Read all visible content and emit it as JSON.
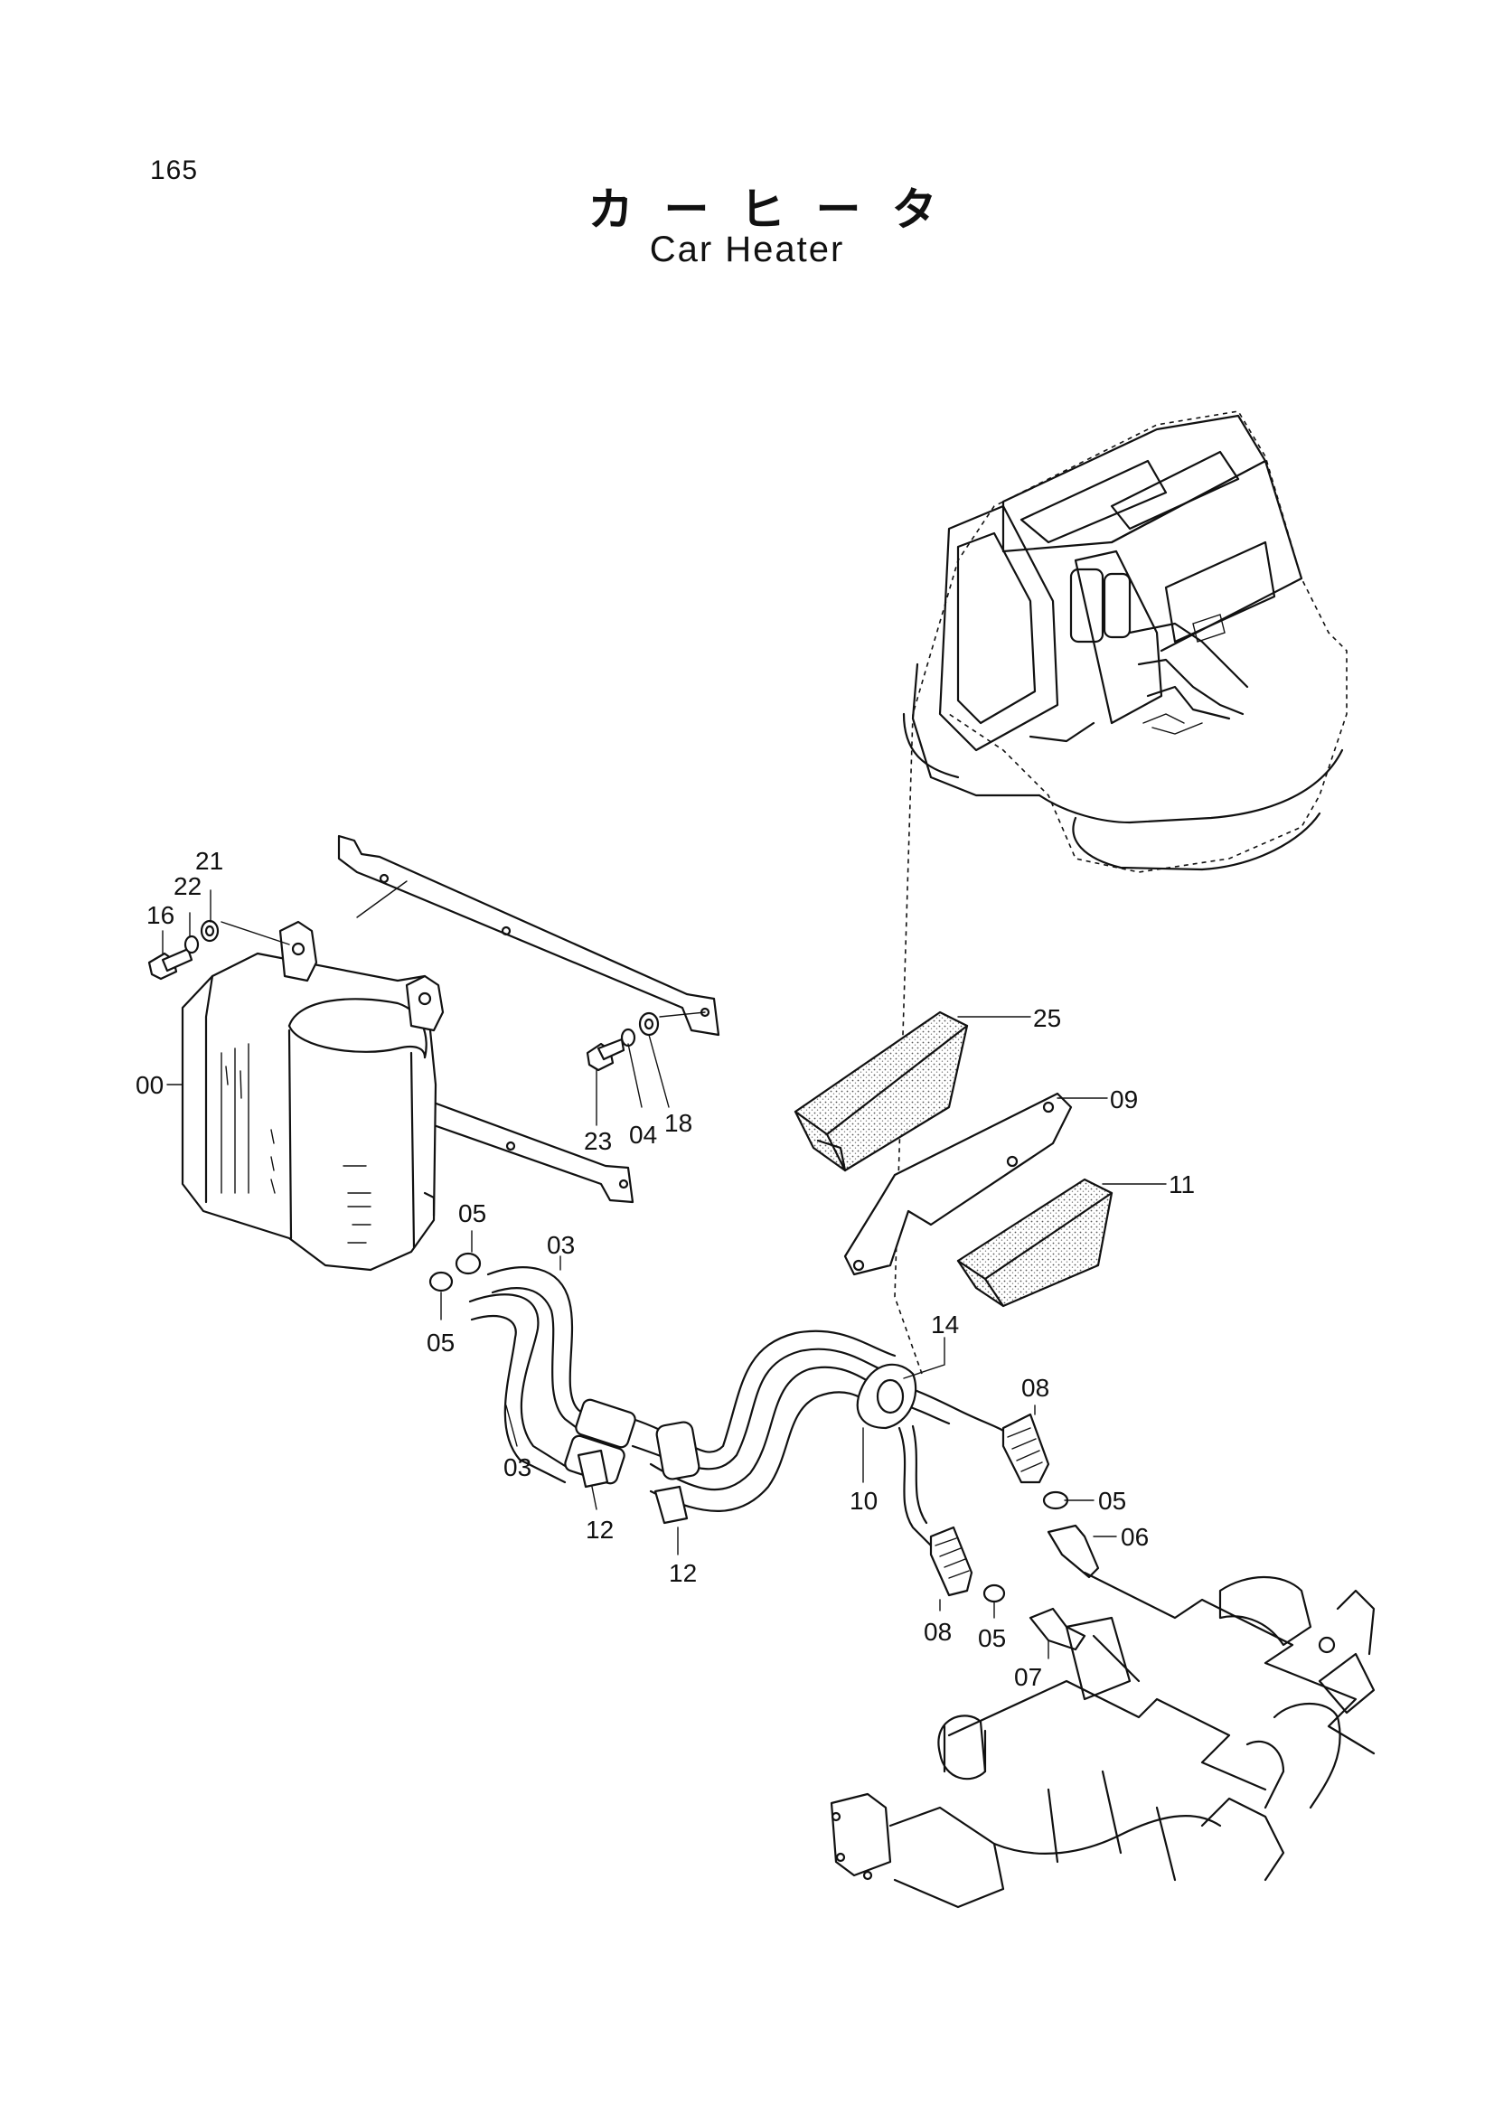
{
  "page": {
    "number": "165"
  },
  "title": {
    "japanese": "カーヒータ",
    "english": "Car Heater"
  },
  "part_labels": {
    "p00": "00",
    "p03a": "03",
    "p03b": "03",
    "p04": "04",
    "p05a": "05",
    "p05b": "05",
    "p05c": "05",
    "p05d": "05",
    "p06": "06",
    "p07": "07",
    "p08a": "08",
    "p08b": "08",
    "p09": "09",
    "p10": "10",
    "p11": "11",
    "p12a": "12",
    "p12b": "12",
    "p14": "14",
    "p16": "16",
    "p18": "18",
    "p21": "21",
    "p22": "22",
    "p23": "23",
    "p25": "25"
  }
}
